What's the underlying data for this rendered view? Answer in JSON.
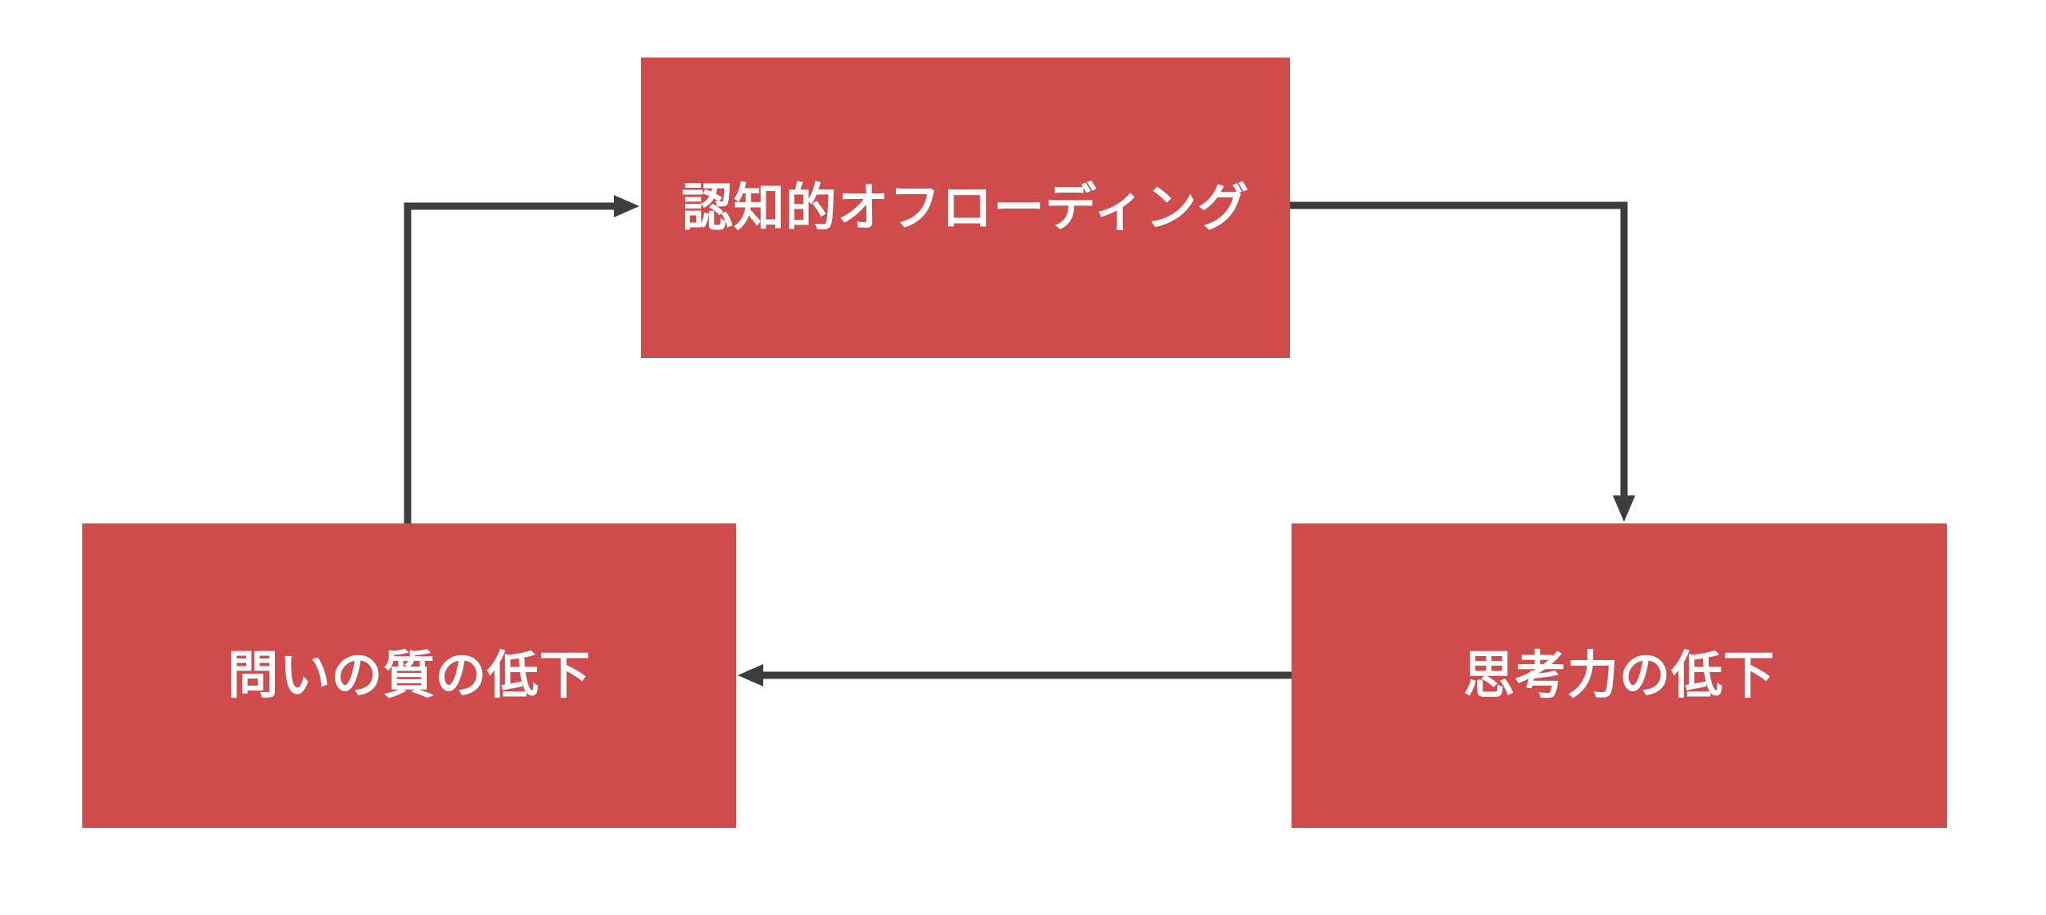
{
  "diagram": {
    "type": "cycle-flowchart",
    "background_color": "#ffffff",
    "node_fill_color": "#d04b4b",
    "node_text_color": "#ffffff",
    "arrow_color": "#3d3d3d",
    "nodes": [
      {
        "id": "cognitive-offloading",
        "label": "認知的オフローディング",
        "position": "top-center"
      },
      {
        "id": "question-quality-decline",
        "label": "問いの質の低下",
        "position": "bottom-left"
      },
      {
        "id": "thinking-decline",
        "label": "思考力の低下",
        "position": "bottom-right"
      }
    ],
    "edges": [
      {
        "from": "question-quality-decline",
        "to": "cognitive-offloading",
        "shape": "up-then-right, arrowhead points right into top box"
      },
      {
        "from": "cognitive-offloading",
        "to": "thinking-decline",
        "shape": "right-then-down, arrowhead points down into right box"
      },
      {
        "from": "thinking-decline",
        "to": "question-quality-decline",
        "shape": "straight left, arrowhead points left into left box"
      }
    ]
  }
}
